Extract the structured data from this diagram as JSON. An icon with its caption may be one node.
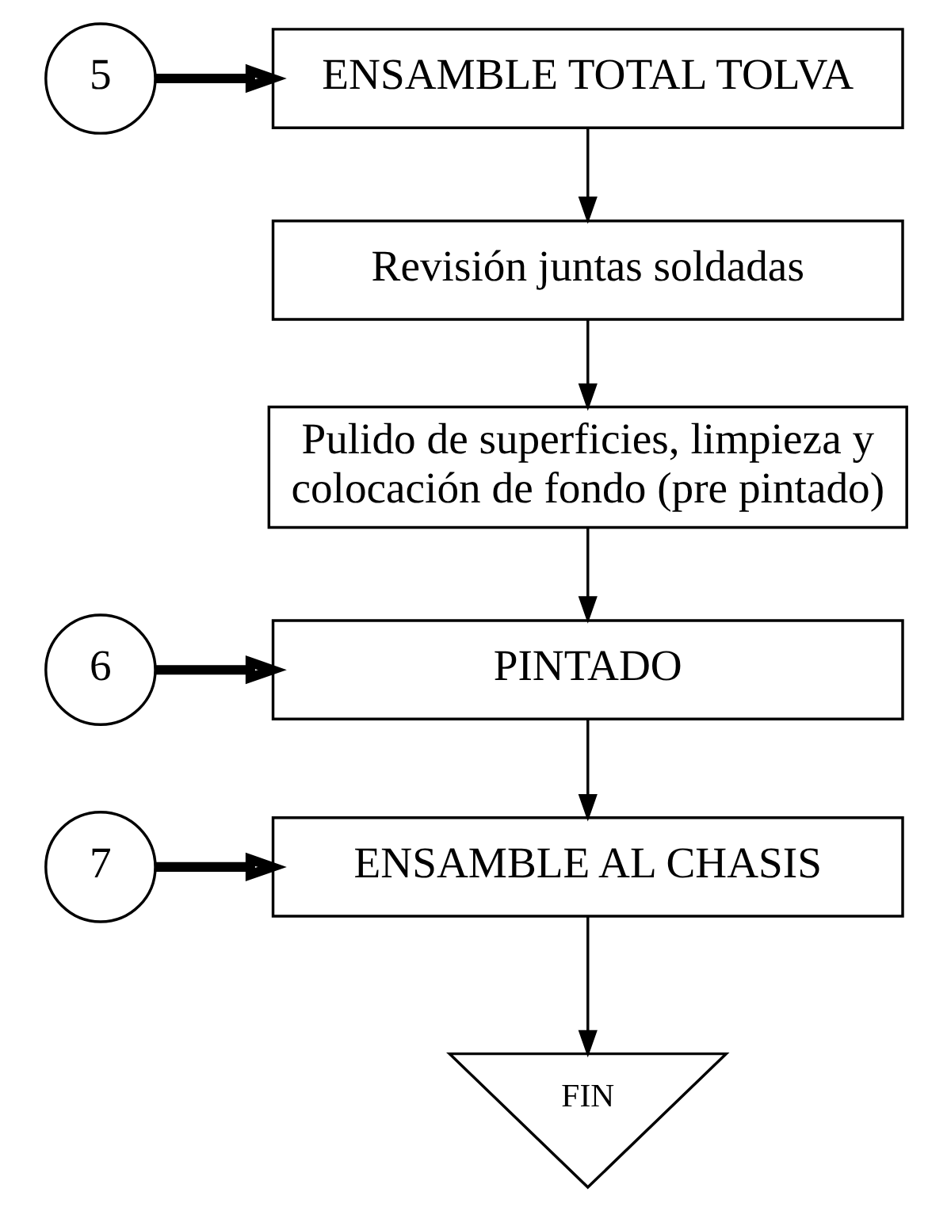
{
  "diagram": {
    "nodes": [
      {
        "text": [
          "5"
        ]
      },
      {
        "text": [
          "ENSAMBLE TOTAL TOLVA"
        ]
      },
      {
        "text": [
          "Revisión juntas soldadas"
        ]
      },
      {
        "text": [
          "Pulido de superficies, limpieza y colocación de fondo (pre pintado)"
        ]
      },
      {
        "text": [
          "6"
        ]
      },
      {
        "text": [
          "PINTADO"
        ]
      },
      {
        "text": [
          "7"
        ]
      },
      {
        "text": [
          "ENSAMBLE AL CHASIS"
        ]
      },
      {
        "text": [
          "FIN"
        ]
      }
    ],
    "edges": [
      {
        "from": 0,
        "to": 1,
        "arrow": "to",
        "style": "thick"
      },
      {
        "from": 1,
        "to": 2,
        "arrow": "to"
      },
      {
        "from": 2,
        "to": 3,
        "arrow": "to"
      },
      {
        "from": 3,
        "to": 5,
        "arrow": "to"
      },
      {
        "from": 4,
        "to": 5,
        "arrow": "to",
        "style": "thick"
      },
      {
        "from": 5,
        "to": 7,
        "arrow": "to"
      },
      {
        "from": 6,
        "to": 7,
        "arrow": "to",
        "style": "thick"
      },
      {
        "from": 7,
        "to": 8,
        "arrow": "to"
      }
    ]
  }
}
